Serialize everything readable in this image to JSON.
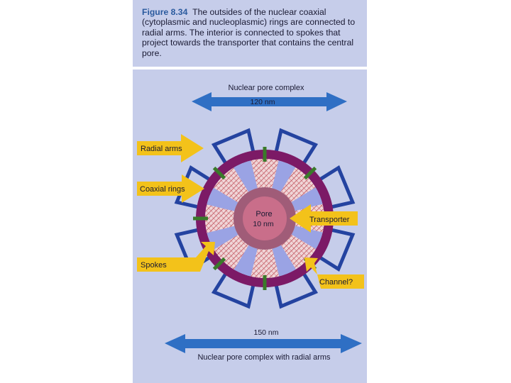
{
  "caption": {
    "figure_label": "Figure 8.34",
    "text": "The outsides of the nuclear coaxial (cytoplasmic and nucleoplasmic) rings are connected to radial arms. The interior is connected to spokes that project towards the transporter that contains the central pore."
  },
  "diagram": {
    "top_label": "Nuclear pore complex",
    "top_dimension": "120 nm",
    "bottom_dimension": "150 nm",
    "bottom_label": "Nuclear pore complex with radial arms",
    "pore_line1": "Pore",
    "pore_line2": "10 nm",
    "callouts": {
      "radial_arms": "Radial arms",
      "coaxial_rings": "Coaxial rings",
      "spokes": "Spokes",
      "transporter": "Transporter",
      "channel": "Channel?"
    },
    "colors": {
      "background": "#c6cdea",
      "arrow_blue": "#2f6fc4",
      "callout_yellow": "#f3c21a",
      "outer_ring": "#7c1a66",
      "radial_arm_outline": "#2443a0",
      "spoke": "#9aa3e4",
      "hatched_sector": "#f0d6d8",
      "hatch_line": "#c0505a",
      "transporter": "#a05c78",
      "pore": "#c96e8a",
      "connector": "#3a7a2a"
    }
  }
}
